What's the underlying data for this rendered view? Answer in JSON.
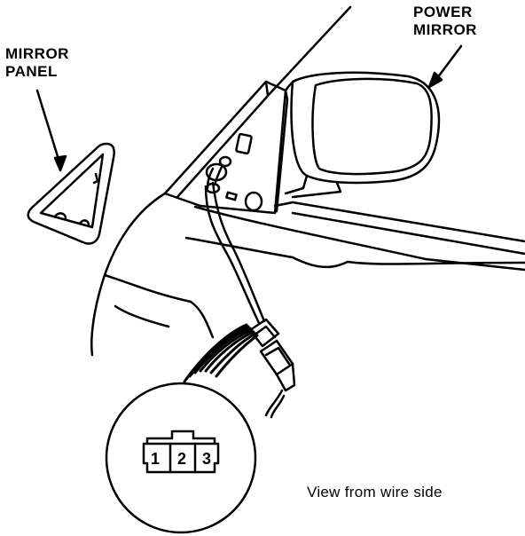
{
  "labels": {
    "mirror_panel": [
      "MIRROR",
      "PANEL"
    ],
    "power_mirror": [
      "POWER",
      "MIRROR"
    ],
    "view_note": "View from wire side"
  },
  "connector": {
    "pins": [
      "1",
      "2",
      "3"
    ]
  }
}
